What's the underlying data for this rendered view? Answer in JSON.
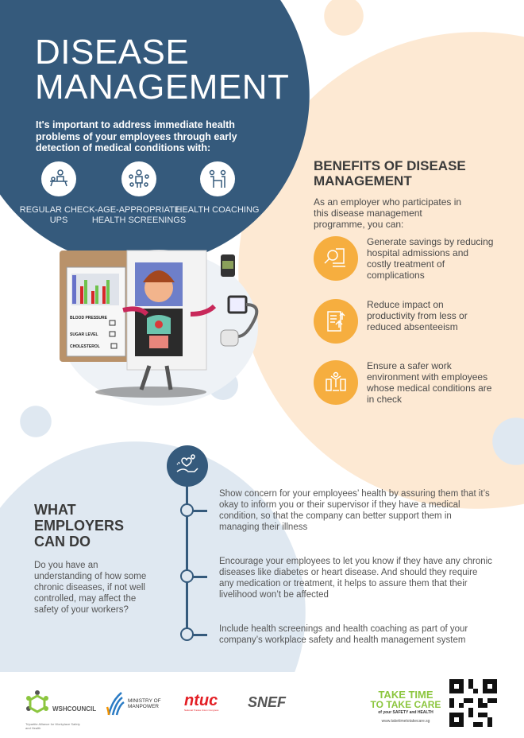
{
  "header": {
    "title_line1": "DISEASE",
    "title_line2": "MANAGEMENT",
    "intro": "It's important to address immediate health problems of your employees through early detection of medical conditions with:"
  },
  "services": [
    {
      "label": "REGULAR CHECK-UPS",
      "icon": "check-up-icon"
    },
    {
      "label": "AGE-APPROPRIATE HEALTH SCREENINGS",
      "icon": "screening-icon"
    },
    {
      "label": "HEALTH COACHING",
      "icon": "coaching-icon"
    }
  ],
  "illustration": {
    "checklist": [
      "BLOOD PRESSURE",
      "SUGAR LEVEL",
      "CHOLESTEROL"
    ]
  },
  "benefits": {
    "title": "BENEFITS OF DISEASE MANAGEMENT",
    "intro": "As an employer who participates in this disease management programme, you can:",
    "items": [
      {
        "text": "Generate savings by reducing hospital admissions and costly treatment of complications",
        "icon": "savings-icon"
      },
      {
        "text": "Reduce impact on productivity from less or reduced absenteeism",
        "icon": "productivity-icon"
      },
      {
        "text": "Ensure a safer work environment with employees whose medical conditions are in check",
        "icon": "safe-workplace-icon"
      }
    ]
  },
  "employers": {
    "title": "WHAT EMPLOYERS CAN DO",
    "question": "Do you have an understanding of how some chronic diseases, if not well controlled, may affect the safety of your workers?",
    "actions": [
      "Show concern for your employees’ health by assuring them that it’s okay to inform you or their supervisor if they have a medical condition, so that the company can better support them in managing their illness",
      "Encourage your employees to let you know if they have any chronic diseases like diabetes or heart disease. And should they require any medication or treatment, it helps to assure them that their livelihood won’t be affected",
      "Include health screenings and health coaching as part of your company’s workplace safety and health management system"
    ]
  },
  "footer": {
    "wsh": "WSHCOUNCIL",
    "wsh_sub": "Tripartite Alliance for Workplace Safety and Health",
    "mom": "MINISTRY OF MANPOWER",
    "ntuc": "ntuc",
    "ntuc_sub": "National Trades Union Congress",
    "snef": "SNEF",
    "campaign_line1": "TAKE TIME",
    "campaign_line2": "TO TAKE CARE",
    "campaign_line3": "of your SAFETY and HEALTH",
    "url": "www.taketimetotakecare.sg"
  },
  "colors": {
    "navy": "#355a7c",
    "peach": "#fde9d3",
    "orange": "#f6ae3f",
    "light_blue": "#dfe8f1",
    "green": "#8cc63f",
    "red": "#e31e24"
  }
}
